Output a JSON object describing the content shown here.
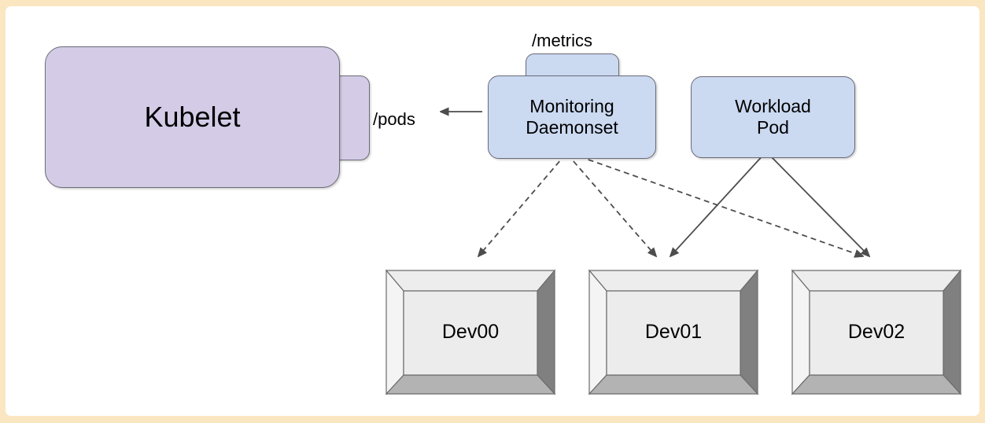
{
  "canvas": {
    "outer_border_color": "#fbe6c2",
    "background_color": "#ffffff"
  },
  "palette": {
    "kubelet_fill": "#d4cce6",
    "pod_fill": "#cbd9f1",
    "node_stroke": "#6b6b78",
    "box_face_light": "#f0f0f0",
    "box_face_top": "#e8e8e8",
    "box_face_right": "#808080",
    "box_face_bottom": "#b3b3b3",
    "edge_color": "#4d4d4d"
  },
  "nodes": {
    "kubelet": {
      "label": "Kubelet",
      "port_label": "/pods"
    },
    "monitoring": {
      "label_line1": "Monitoring",
      "label_line2": "Daemonset",
      "port_label": "/metrics"
    },
    "workload": {
      "label_line1": "Workload",
      "label_line2": "Pod"
    },
    "devices": [
      {
        "label": "Dev00"
      },
      {
        "label": "Dev01"
      },
      {
        "label": "Dev02"
      }
    ]
  },
  "edges": [
    {
      "id": "monitoring-to-pods",
      "from": "monitoring",
      "to": "kubelet-pods-port",
      "style": "solid",
      "arrow": "end"
    },
    {
      "id": "monitoring-to-dev00",
      "from": "monitoring",
      "to": "Dev00",
      "style": "dashed",
      "arrow": "end"
    },
    {
      "id": "monitoring-to-dev01",
      "from": "monitoring",
      "to": "Dev01",
      "style": "dashed",
      "arrow": "end"
    },
    {
      "id": "monitoring-to-dev02",
      "from": "monitoring",
      "to": "Dev02",
      "style": "dashed",
      "arrow": "end"
    },
    {
      "id": "workload-to-dev01",
      "from": "workload",
      "to": "Dev01",
      "style": "solid",
      "arrow": "end"
    },
    {
      "id": "workload-to-dev02",
      "from": "workload",
      "to": "Dev02",
      "style": "solid",
      "arrow": "end"
    }
  ]
}
